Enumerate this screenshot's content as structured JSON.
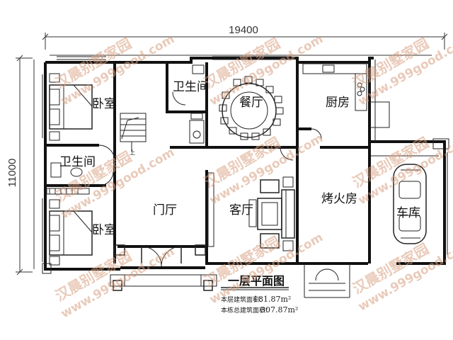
{
  "dimensions": {
    "total_width": "19400",
    "total_depth": "11000"
  },
  "rooms": {
    "bedroom_upper": "卧室",
    "bathroom_left": "卫生间",
    "bedroom_lower": "卧室",
    "bathroom_top": "卫生间",
    "dining": "餐厅",
    "kitchen": "厨房",
    "foyer": "门厅",
    "living": "客厅",
    "fireplace": "烤火房",
    "garage": "车库",
    "stair_up": "上"
  },
  "plan_title": "一层平面图",
  "area_info": {
    "floor_label": "本层建筑面积：",
    "floor_value": "181.87m²",
    "total_label": "本栋总建筑面积：",
    "total_value": "307.87m²"
  },
  "watermark": {
    "brand": "汉晨别墅家园",
    "url": "www.999good.com"
  }
}
